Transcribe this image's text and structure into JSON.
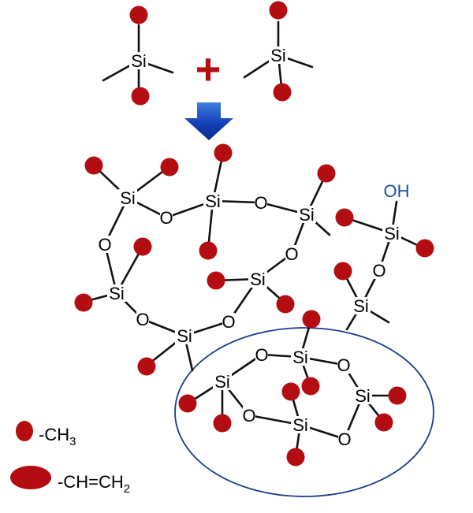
{
  "colors": {
    "methyl": "#b30d12",
    "plus": "#b30d12",
    "arrow": "#1440b8",
    "oval": "#1a3a8f",
    "hydroxyl_text": "#1b4fa0",
    "bond": "#111111"
  },
  "labels": {
    "silicon": "Si",
    "oxygen": "O",
    "hydroxyl": "OH",
    "plus_sign": "+"
  },
  "legend": {
    "small_label": "-CH",
    "small_sub": "3",
    "large_label": "-CH=CH",
    "large_sub": "2"
  }
}
